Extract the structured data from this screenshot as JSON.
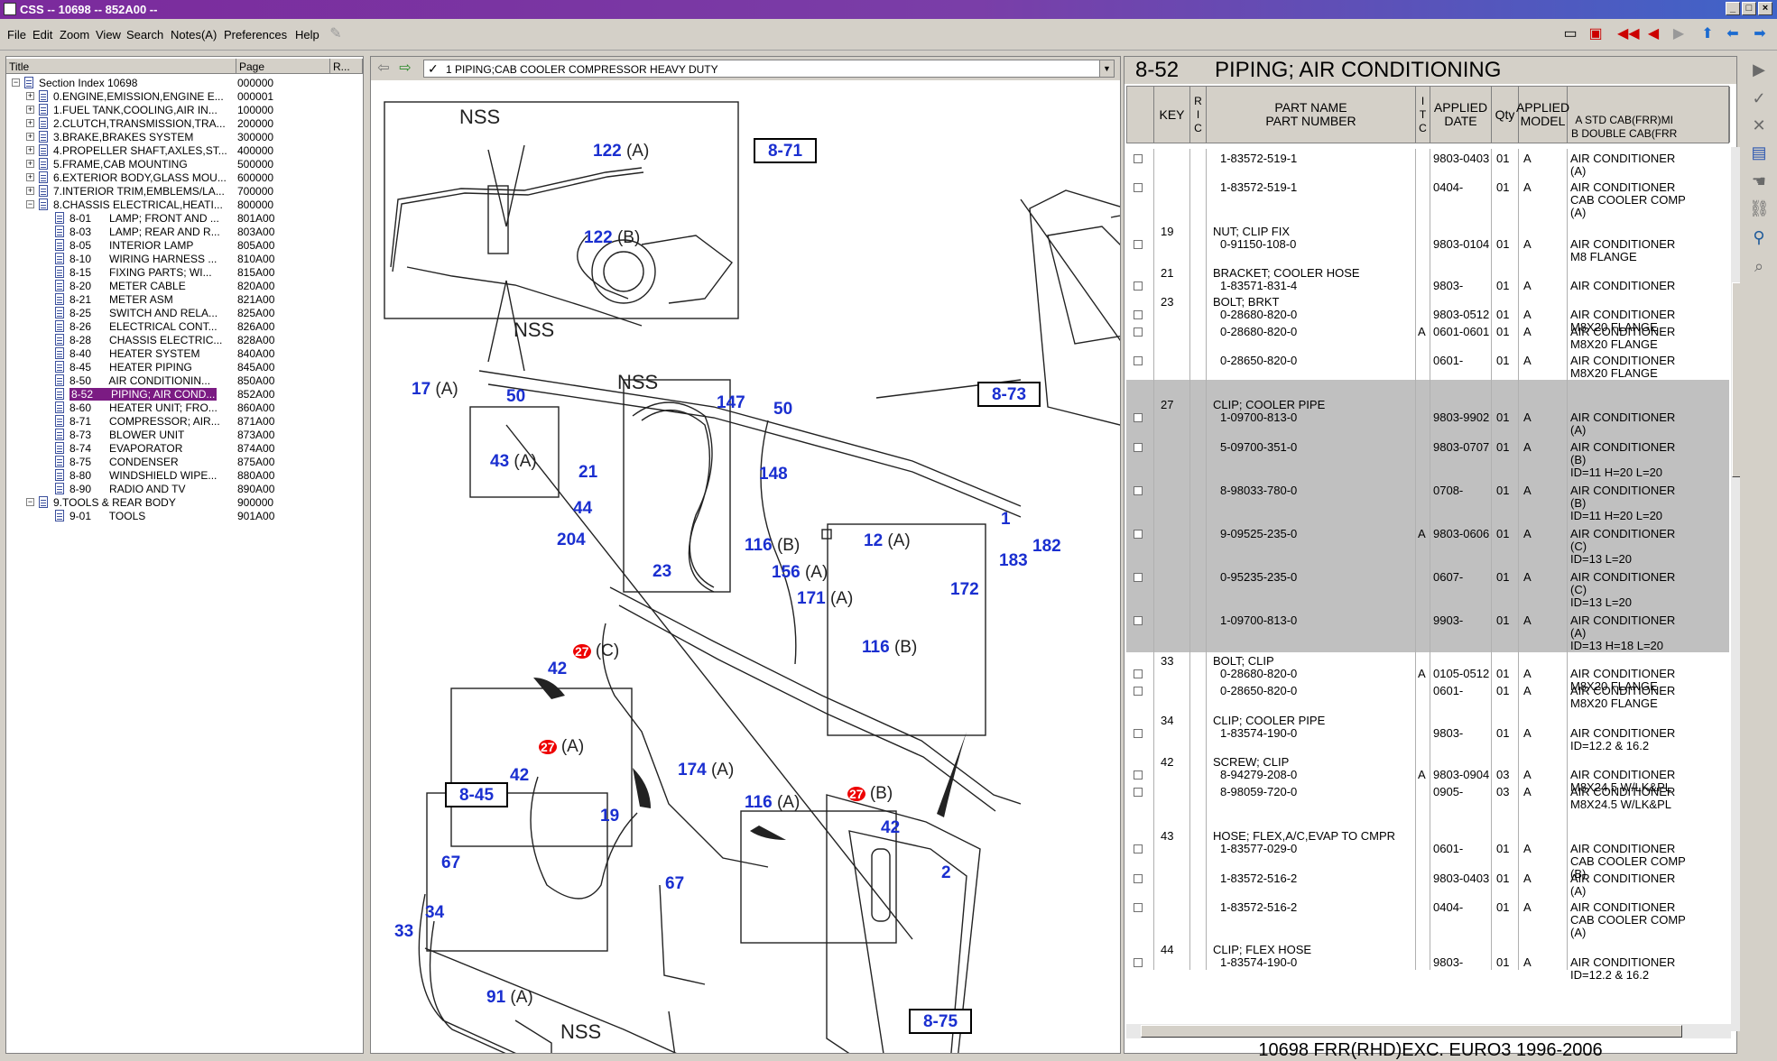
{
  "window": {
    "title": "CSS -- 10698 -- 852A00 --"
  },
  "menu": [
    "File",
    "Edit",
    "Zoom",
    "View",
    "Search",
    "Notes(A)",
    "Preferences",
    "Help"
  ],
  "tree": {
    "headers": [
      "Title",
      "Page",
      "R..."
    ],
    "rows": [
      {
        "label": "Section Index 10698",
        "page": "000000",
        "level": 0
      },
      {
        "label": "0.ENGINE,EMISSION,ENGINE E...",
        "page": "000001",
        "level": 1
      },
      {
        "label": "1.FUEL TANK,COOLING,AIR IN...",
        "page": "100000",
        "level": 1
      },
      {
        "label": "2.CLUTCH,TRANSMISSION,TRA...",
        "page": "200000",
        "level": 1
      },
      {
        "label": "3.BRAKE,BRAKES SYSTEM",
        "page": "300000",
        "level": 1
      },
      {
        "label": "4.PROPELLER SHAFT,AXLES,ST...",
        "page": "400000",
        "level": 1
      },
      {
        "label": "5.FRAME,CAB MOUNTING",
        "page": "500000",
        "level": 1
      },
      {
        "label": "6.EXTERIOR BODY,GLASS MOU...",
        "page": "600000",
        "level": 1
      },
      {
        "label": "7.INTERIOR TRIM,EMBLEMS/LA...",
        "page": "700000",
        "level": 1
      },
      {
        "label": "8.CHASSIS ELECTRICAL,HEATI...",
        "page": "800000",
        "level": 1
      },
      {
        "label": "8-01      LAMP; FRONT AND ...",
        "page": "801A00",
        "level": 2
      },
      {
        "label": "8-03      LAMP; REAR AND R...",
        "page": "803A00",
        "level": 2
      },
      {
        "label": "8-05      INTERIOR LAMP",
        "page": "805A00",
        "level": 2
      },
      {
        "label": "8-10      WIRING HARNESS ...",
        "page": "810A00",
        "level": 2
      },
      {
        "label": "8-15      FIXING PARTS; WI...",
        "page": "815A00",
        "level": 2
      },
      {
        "label": "8-20      METER CABLE",
        "page": "820A00",
        "level": 2
      },
      {
        "label": "8-21      METER ASM",
        "page": "821A00",
        "level": 2
      },
      {
        "label": "8-25      SWITCH AND RELA...",
        "page": "825A00",
        "level": 2
      },
      {
        "label": "8-26      ELECTRICAL CONT...",
        "page": "826A00",
        "level": 2
      },
      {
        "label": "8-28      CHASSIS ELECTRIC...",
        "page": "828A00",
        "level": 2
      },
      {
        "label": "8-40      HEATER SYSTEM",
        "page": "840A00",
        "level": 2
      },
      {
        "label": "8-45      HEATER PIPING",
        "page": "845A00",
        "level": 2
      },
      {
        "label": "8-50      AIR CONDITIONIN...",
        "page": "850A00",
        "level": 2
      },
      {
        "label": "8-52      PIPING; AIR COND...",
        "page": "852A00",
        "level": 2,
        "selected": true
      },
      {
        "label": "8-60      HEATER UNIT; FRO...",
        "page": "860A00",
        "level": 2
      },
      {
        "label": "8-71      COMPRESSOR; AIR...",
        "page": "871A00",
        "level": 2
      },
      {
        "label": "8-73      BLOWER UNIT",
        "page": "873A00",
        "level": 2
      },
      {
        "label": "8-74      EVAPORATOR",
        "page": "874A00",
        "level": 2
      },
      {
        "label": "8-75      CONDENSER",
        "page": "875A00",
        "level": 2
      },
      {
        "label": "8-80      WINDSHIELD WIPE...",
        "page": "880A00",
        "level": 2
      },
      {
        "label": "8-90      RADIO AND TV",
        "page": "890A00",
        "level": 2
      },
      {
        "label": "9.TOOLS & REAR BODY",
        "page": "900000",
        "level": 1
      },
      {
        "label": "9-01      TOOLS",
        "page": "901A00",
        "level": 2
      }
    ]
  },
  "drawing": {
    "selector": "1 PIPING;CAB COOLER COMPRESSOR HEAVY DUTY",
    "nss": "NSS",
    "refs": [
      "8-71",
      "8-73",
      "8-45",
      "8-75"
    ],
    "callouts": [
      {
        "n": "122",
        "s": "(A)"
      },
      {
        "n": "122",
        "s": "(B)"
      },
      {
        "n": "17",
        "s": "(A)"
      },
      {
        "n": "50",
        "s": ""
      },
      {
        "n": "147",
        "s": ""
      },
      {
        "n": "50",
        "s": ""
      },
      {
        "n": "148",
        "s": ""
      },
      {
        "n": "43",
        "s": "(A)"
      },
      {
        "n": "21",
        "s": ""
      },
      {
        "n": "44",
        "s": ""
      },
      {
        "n": "204",
        "s": ""
      },
      {
        "n": "23",
        "s": ""
      },
      {
        "n": "116",
        "s": "(B)"
      },
      {
        "n": "12",
        "s": "(A)"
      },
      {
        "n": "156",
        "s": "(A)"
      },
      {
        "n": "171",
        "s": "(A)"
      },
      {
        "n": "116",
        "s": "(B)"
      },
      {
        "n": "174",
        "s": "(A)"
      },
      {
        "n": "116",
        "s": "(A)"
      },
      {
        "n": "19",
        "s": ""
      },
      {
        "n": "67",
        "s": ""
      },
      {
        "n": "67",
        "s": ""
      },
      {
        "n": "34",
        "s": ""
      },
      {
        "n": "33",
        "s": ""
      },
      {
        "n": "91",
        "s": "(A)"
      },
      {
        "n": "2",
        "s": ""
      },
      {
        "n": "1",
        "s": ""
      },
      {
        "n": "182",
        "s": ""
      },
      {
        "n": "183",
        "s": ""
      },
      {
        "n": "172",
        "s": ""
      },
      {
        "n": "42",
        "s": ""
      },
      {
        "n": "42",
        "s": ""
      },
      {
        "n": "42",
        "s": ""
      }
    ],
    "red": [
      {
        "n": "27",
        "s": "(C)"
      },
      {
        "n": "27",
        "s": "(A)"
      },
      {
        "n": "27",
        "s": "(B)"
      }
    ]
  },
  "parts": {
    "section": "8-52",
    "title": "PIPING; AIR CONDITIONING",
    "headers": {
      "key": "KEY",
      "rc": "R\nI\nC",
      "name": "PART NAME\nPART NUMBER",
      "itc": "I\nT\nC",
      "date": "APPLIED\nDATE",
      "qty": "Qty",
      "model": "APPLIED\nMODEL",
      "desc": "A STD CAB(FRR)MI\nB DOUBLE CAB(FRR"
    },
    "rows": [
      {
        "key": "",
        "name": "",
        "pn": "1-83572-519-1",
        "itc": "",
        "date": "9803-0403",
        "qty": "01",
        "model": "A",
        "desc": [
          "AIR CONDITIONER",
          "(A)"
        ],
        "h": 32,
        "hl": false
      },
      {
        "key": "",
        "name": "",
        "pn": "1-83572-519-1",
        "itc": "",
        "date": "0404-",
        "qty": "01",
        "model": "A",
        "desc": [
          "AIR CONDITIONER",
          "CAB COOLER COMP",
          "(A)"
        ],
        "h": 48,
        "hl": false
      },
      {
        "key": "19",
        "name": "NUT; CLIP FIX",
        "pn": "0-91150-108-0",
        "itc": "",
        "date": "9803-0104",
        "qty": "01",
        "model": "A",
        "desc": [
          "AIR CONDITIONER",
          "M8 FLANGE"
        ],
        "h": 48,
        "hl": false
      },
      {
        "key": "21",
        "name": "BRACKET; COOLER HOSE",
        "pn": "1-83571-831-4",
        "itc": "",
        "date": "9803-",
        "qty": "01",
        "model": "A",
        "desc": [
          "AIR CONDITIONER"
        ],
        "h": 32,
        "hl": false
      },
      {
        "key": "23",
        "name": "BOLT; BRKT",
        "pn": "0-28680-820-0",
        "itc": "",
        "date": "9803-0512",
        "qty": "01",
        "model": "A",
        "desc": [
          "AIR CONDITIONER",
          "M8X20 FLANGE"
        ],
        "h": 32,
        "hl": false
      },
      {
        "key": "",
        "name": "",
        "pn": "0-28680-820-0",
        "itc": "A",
        "date": "0601-0601",
        "qty": "01",
        "model": "A",
        "desc": [
          "AIR CONDITIONER",
          "M8X20 FLANGE"
        ],
        "h": 32,
        "hl": false
      },
      {
        "key": "",
        "name": "",
        "pn": "0-28650-820-0",
        "itc": "",
        "date": "0601-",
        "qty": "01",
        "model": "A",
        "desc": [
          "AIR CONDITIONER",
          "M8X20 FLANGE"
        ],
        "h": 32,
        "hl": false
      },
      {
        "key": "27",
        "name": "CLIP; COOLER PIPE",
        "pn": "1-09700-813-0",
        "itc": "",
        "date": "9803-9902",
        "qty": "01",
        "model": "A",
        "desc": [
          "AIR CONDITIONER",
          "(A)",
          "ID=13 H=18 L=20"
        ],
        "h": 64,
        "hl": true
      },
      {
        "key": "",
        "name": "",
        "pn": "5-09700-351-0",
        "itc": "",
        "date": "9803-0707",
        "qty": "01",
        "model": "A",
        "desc": [
          "AIR CONDITIONER",
          "(B)",
          "ID=11 H=20 L=20"
        ],
        "h": 48,
        "hl": true
      },
      {
        "key": "",
        "name": "",
        "pn": "8-98033-780-0",
        "itc": "",
        "date": "0708-",
        "qty": "01",
        "model": "A",
        "desc": [
          "AIR CONDITIONER",
          "(B)",
          "ID=11 H=20 L=20"
        ],
        "h": 48,
        "hl": true
      },
      {
        "key": "",
        "name": "",
        "pn": "9-09525-235-0",
        "itc": "A",
        "date": "9803-0606",
        "qty": "01",
        "model": "A",
        "desc": [
          "AIR CONDITIONER",
          "(C)",
          "ID=13 L=20"
        ],
        "h": 48,
        "hl": true
      },
      {
        "key": "",
        "name": "",
        "pn": "0-95235-235-0",
        "itc": "",
        "date": "0607-",
        "qty": "01",
        "model": "A",
        "desc": [
          "AIR CONDITIONER",
          "(C)",
          "ID=13 L=20"
        ],
        "h": 48,
        "hl": true
      },
      {
        "key": "",
        "name": "",
        "pn": "1-09700-813-0",
        "itc": "",
        "date": "9903-",
        "qty": "01",
        "model": "A",
        "desc": [
          "AIR CONDITIONER",
          "(A)",
          "ID=13 H=18 L=20"
        ],
        "h": 46,
        "hl": true
      },
      {
        "key": "33",
        "name": "BOLT; CLIP",
        "pn": "0-28680-820-0",
        "itc": "A",
        "date": "0105-0512",
        "qty": "01",
        "model": "A",
        "desc": [
          "AIR CONDITIONER",
          "M8X20 FLANGE"
        ],
        "h": 32,
        "hl": false
      },
      {
        "key": "",
        "name": "",
        "pn": "0-28650-820-0",
        "itc": "",
        "date": "0601-",
        "qty": "01",
        "model": "A",
        "desc": [
          "AIR CONDITIONER",
          "M8X20 FLANGE"
        ],
        "h": 32,
        "hl": false
      },
      {
        "key": "34",
        "name": "CLIP; COOLER PIPE",
        "pn": "1-83574-190-0",
        "itc": "",
        "date": "9803-",
        "qty": "01",
        "model": "A",
        "desc": [
          "AIR CONDITIONER",
          "ID=12.2 & 16.2"
        ],
        "h": 48,
        "hl": false
      },
      {
        "key": "42",
        "name": "SCREW; CLIP",
        "pn": "8-94279-208-0",
        "itc": "A",
        "date": "9803-0904",
        "qty": "03",
        "model": "A",
        "desc": [
          "AIR CONDITIONER",
          "M8X24.5 W/LK&PL"
        ],
        "h": 32,
        "hl": false
      },
      {
        "key": "",
        "name": "",
        "pn": "8-98059-720-0",
        "itc": "",
        "date": "0905-",
        "qty": "03",
        "model": "A",
        "desc": [
          "AIR CONDITIONER",
          "M8X24.5 W/LK&PL"
        ],
        "h": 48,
        "hl": false
      },
      {
        "key": "43",
        "name": "HOSE; FLEX,A/C,EVAP TO CMPR",
        "pn": "1-83577-029-0",
        "itc": "",
        "date": "0601-",
        "qty": "01",
        "model": "A",
        "desc": [
          "AIR CONDITIONER",
          "CAB COOLER COMP",
          "(B)"
        ],
        "h": 48,
        "hl": false
      },
      {
        "key": "",
        "name": "",
        "pn": "1-83572-516-2",
        "itc": "",
        "date": "9803-0403",
        "qty": "01",
        "model": "A",
        "desc": [
          "AIR CONDITIONER",
          "(A)"
        ],
        "h": 32,
        "hl": false
      },
      {
        "key": "",
        "name": "",
        "pn": "1-83572-516-2",
        "itc": "",
        "date": "0404-",
        "qty": "01",
        "model": "A",
        "desc": [
          "AIR CONDITIONER",
          "CAB COOLER COMP",
          "(A)"
        ],
        "h": 48,
        "hl": false
      },
      {
        "key": "44",
        "name": "CLIP; FLEX HOSE",
        "pn": "1-83574-190-0",
        "itc": "",
        "date": "9803-",
        "qty": "01",
        "model": "A",
        "desc": [
          "AIR CONDITIONER",
          "ID=12.2 & 16.2"
        ],
        "h": 32,
        "hl": false
      }
    ],
    "footer": "10698 FRR(RHD)EXC. EURO3 1996-2006"
  }
}
